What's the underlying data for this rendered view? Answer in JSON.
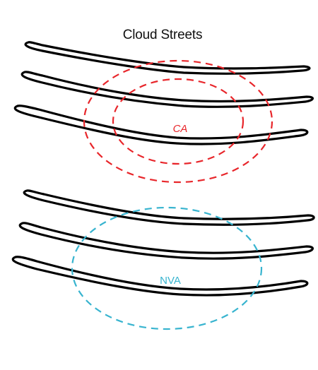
{
  "diagram": {
    "title": "Cloud Streets",
    "upper_region": {
      "label": "CA",
      "color": "#e8262b"
    },
    "lower_region": {
      "label": "NVA",
      "color": "#38b4cf"
    },
    "streak_color": "#000000"
  }
}
